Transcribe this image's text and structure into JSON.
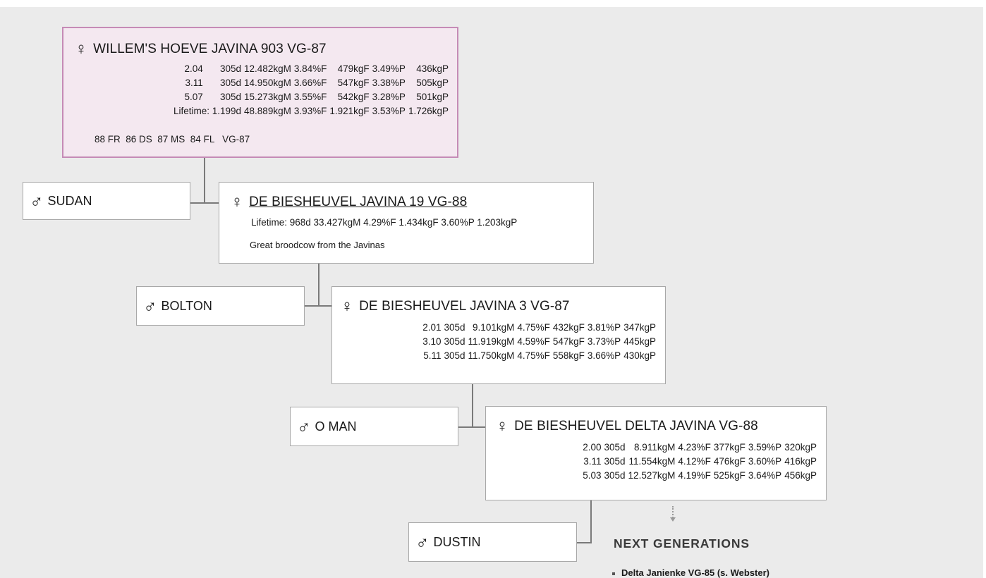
{
  "symbols": {
    "female": "♀",
    "male": "♂"
  },
  "colors": {
    "background": "#ebebeb",
    "highlight_bg": "#f4e8f0",
    "highlight_border": "#c58bb6",
    "connector": "#7a7a7a"
  },
  "cow1": {
    "name": "WILLEM'S HOEVE JAVINA 903 VG-87",
    "lactations": [
      [
        "2.04",
        "305d",
        "12.482kgM",
        "3.84%F",
        "479kgF",
        "3.49%P",
        "436kgP"
      ],
      [
        "3.11",
        "305d",
        "14.950kgM",
        "3.66%F",
        "547kgF",
        "3.38%P",
        "505kgP"
      ],
      [
        "5.07",
        "305d",
        "15.273kgM",
        "3.55%F",
        "542kgF",
        "3.28%P",
        "501kgP"
      ],
      [
        "Lifetime: 1.199d",
        "48.889kgM",
        "3.93%F",
        "1.921kgF",
        "3.53%P",
        "1.726kgP"
      ]
    ],
    "scores": "88 FR  86 DS  87 MS  84 FL   VG-87"
  },
  "sire1": {
    "name": "SUDAN"
  },
  "cow2": {
    "name": "DE BIESHEUVEL JAVINA 19 VG-88",
    "lifetime": "Lifetime: 968d 33.427kgM 4.29%F 1.434kgF 3.60%P 1.203kgP",
    "note": "Great broodcow from the Javinas"
  },
  "sire2": {
    "name": "BOLTON"
  },
  "cow3": {
    "name": "DE BIESHEUVEL JAVINA 3 VG-87",
    "lactations": [
      [
        "2.01",
        "305d",
        "9.101kgM",
        "4.75%F",
        "432kgF",
        "3.81%P",
        "347kgP"
      ],
      [
        "3.10",
        "305d",
        "11.919kgM",
        "4.59%F",
        "547kgF",
        "3.73%P",
        "445kgP"
      ],
      [
        "5.11",
        "305d",
        "11.750kgM",
        "4.75%F",
        "558kgF",
        "3.66%P",
        "430kgP"
      ]
    ]
  },
  "sire3": {
    "name": "O MAN"
  },
  "cow4": {
    "name": "DE BIESHEUVEL DELTA JAVINA VG-88",
    "lactations": [
      [
        "2.00",
        "305d",
        "8.911kgM",
        "4.23%F",
        "377kgF",
        "3.59%P",
        "320kgP"
      ],
      [
        "3.11",
        "305d",
        "11.554kgM",
        "4.12%F",
        "476kgF",
        "3.60%P",
        "416kgP"
      ],
      [
        "5.03",
        "305d",
        "12.527kgM",
        "4.19%F",
        "525kgF",
        "3.64%P",
        "456kgP"
      ]
    ]
  },
  "sire4": {
    "name": "DUSTIN"
  },
  "next_generations": {
    "heading": "NEXT GENERATIONS",
    "items": [
      "Delta Janienke VG-85 (s. Webster)"
    ]
  }
}
